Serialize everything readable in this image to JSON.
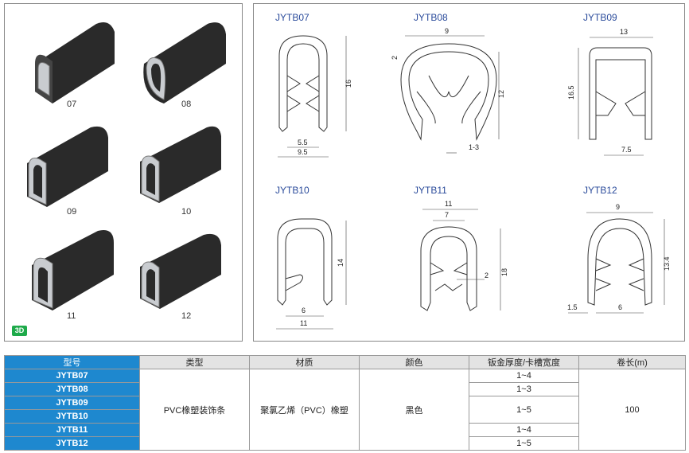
{
  "products_3d": [
    {
      "label": "07"
    },
    {
      "label": "08"
    },
    {
      "label": "09"
    },
    {
      "label": "10"
    },
    {
      "label": "11"
    },
    {
      "label": "12"
    }
  ],
  "badge": "3D",
  "drawings": [
    {
      "title": "JYTB07",
      "dims": [
        "16",
        "5.5",
        "9.5"
      ]
    },
    {
      "title": "JYTB08",
      "dims": [
        "9",
        "2",
        "12",
        "1-3"
      ]
    },
    {
      "title": "JYTB09",
      "dims": [
        "13",
        "16.5",
        "7.5"
      ]
    },
    {
      "title": "JYTB10",
      "dims": [
        "14",
        "6",
        "11"
      ]
    },
    {
      "title": "JYTB11",
      "dims": [
        "11",
        "7",
        "2",
        "18"
      ]
    },
    {
      "title": "JYTB12",
      "dims": [
        "9",
        "13.4",
        "1.5",
        "6"
      ]
    }
  ],
  "table": {
    "headers": [
      "型号",
      "类型",
      "材质",
      "颜色",
      "钣金厚度/卡槽宽度",
      "卷长(m)"
    ],
    "models": [
      "JYTB07",
      "JYTB08",
      "JYTB09",
      "JYTB10",
      "JYTB11",
      "JYTB12"
    ],
    "type": "PVC橡塑装饰条",
    "material": "聚氯乙烯（PVC）橡塑",
    "color": "黑色",
    "thickness": [
      "1~4",
      "1~3",
      "1~5",
      "1~4",
      "1~5"
    ],
    "roll_length": "100"
  }
}
